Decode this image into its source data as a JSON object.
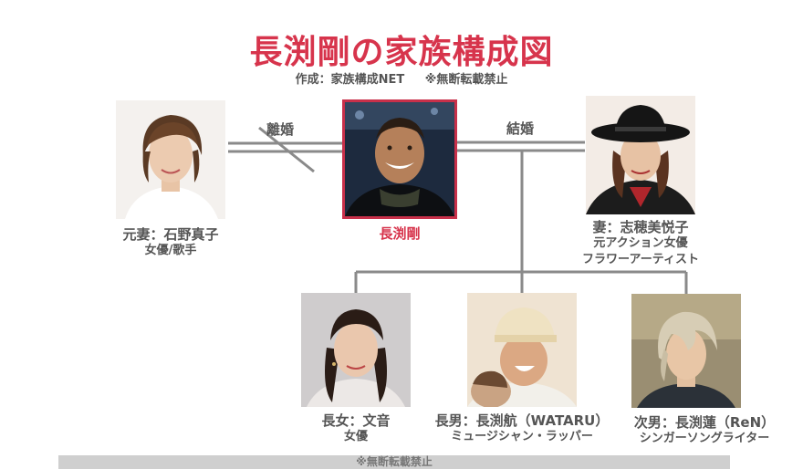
{
  "header": {
    "title": "長渕剛の家族構成図",
    "credit": "作成：家族構成NET",
    "notice": "※無断転載禁止"
  },
  "relations": {
    "divorce": "離婚",
    "marriage": "結婚"
  },
  "people": {
    "ex_wife": {
      "line1": "元妻：石野真子",
      "line2": "女優/歌手"
    },
    "self": {
      "line1": "長渕剛"
    },
    "wife": {
      "line1": "妻：志穂美悦子",
      "line2": "元アクション女優",
      "line3": "フラワーアーティスト"
    },
    "daughter": {
      "line1": "長女：文音",
      "line2": "女優"
    },
    "son1": {
      "line1": "長男：長渕航（WATARU）",
      "line2": "ミュージシャン・ラッパー"
    },
    "son2": {
      "line1": "次男：長渕蓮（ReN）",
      "line2": "シンガーソングライター"
    }
  },
  "footer": {
    "text": "※無断転載禁止"
  },
  "colors": {
    "accent": "#d7344c",
    "line": "#8a8a8a",
    "text": "#555555"
  }
}
